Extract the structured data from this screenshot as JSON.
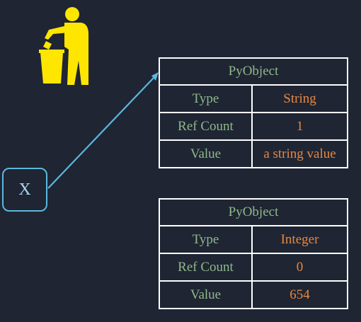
{
  "colors": {
    "background": "#1f2533",
    "header_text": "#8fb98a",
    "value_text": "#e8883e",
    "variable_border": "#5bb8dc",
    "arrow": "#5bb8dc",
    "trash_icon": "#ffe600",
    "table_border": "#ffffff"
  },
  "icons": {
    "trash": "person-throwing-trash-icon"
  },
  "variable": {
    "label": "X"
  },
  "objects": [
    {
      "header": "PyObject",
      "rows": [
        {
          "key": "Type",
          "value": "String"
        },
        {
          "key": "Ref Count",
          "value": "1"
        },
        {
          "key": "Value",
          "value": "a string value"
        }
      ]
    },
    {
      "header": "PyObject",
      "rows": [
        {
          "key": "Type",
          "value": "Integer"
        },
        {
          "key": "Ref Count",
          "value": "0"
        },
        {
          "key": "Value",
          "value": "654"
        }
      ]
    }
  ]
}
